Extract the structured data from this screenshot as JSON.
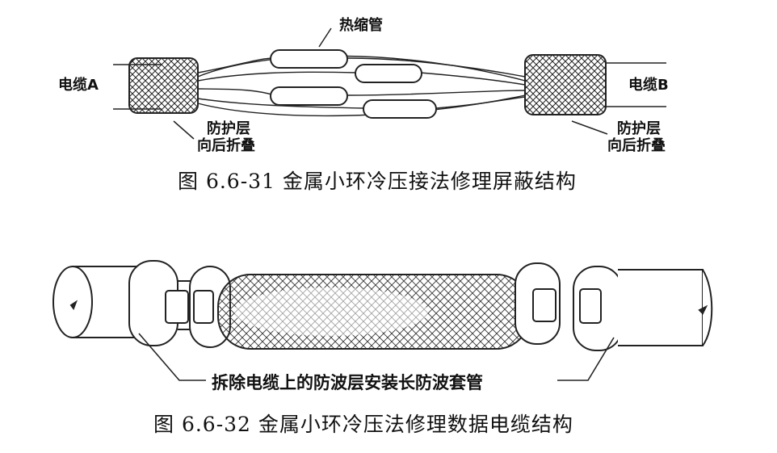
{
  "figure1": {
    "label_heat_shrink": "热缩管",
    "label_cable_a": "电缆A",
    "label_cable_b": "电缆B",
    "label_shield_left_l1": "防护层",
    "label_shield_left_l2": "向后折叠",
    "label_shield_right_l1": "防护层",
    "label_shield_right_l2": "向后折叠",
    "caption": "图 6.6-31 金属小环冷压接法修理屏蔽结构"
  },
  "figure2": {
    "label_sleeve": "拆除电缆上的防波层安装长防波套管",
    "caption": "图 6.6-32 金属小环冷压法修理数据电缆结构"
  }
}
